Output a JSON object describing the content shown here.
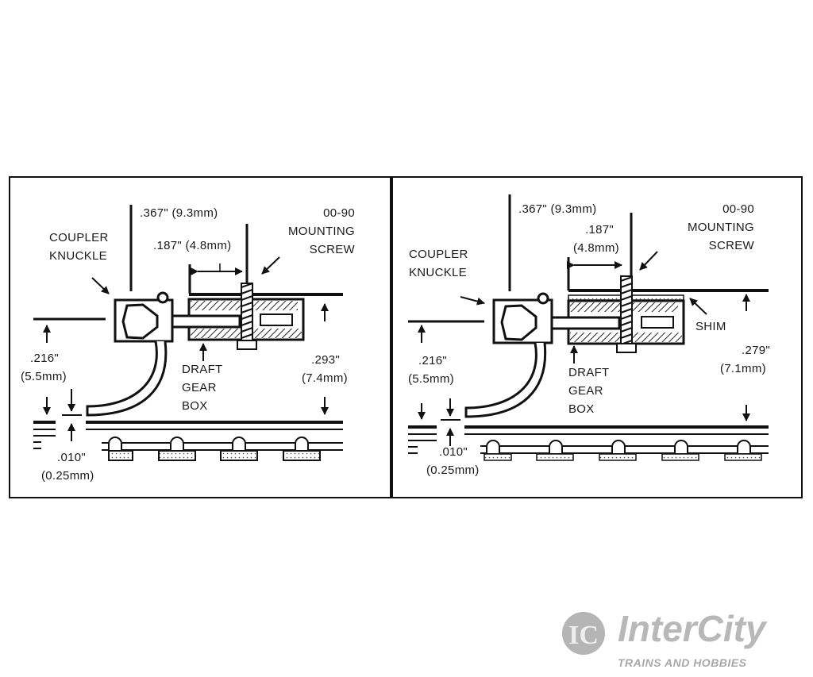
{
  "left_panel": {
    "dim_367": ".367\" (9.3mm)",
    "coupler_knuckle": [
      "COUPLER",
      "KNUCKLE"
    ],
    "dim_187": ".187\" (4.8mm)",
    "mounting_screw": [
      "00-90",
      "MOUNTING",
      "SCREW"
    ],
    "draft_gear_box": [
      "DRAFT",
      "GEAR",
      "BOX"
    ],
    "dim_216": [
      ".216\"",
      "(5.5mm)"
    ],
    "dim_293": [
      ".293\"",
      "(7.4mm)"
    ],
    "dim_010": [
      ".010\"",
      "(0.25mm)"
    ]
  },
  "right_panel": {
    "dim_367": ".367\" (9.3mm)",
    "coupler_knuckle": [
      "COUPLER",
      "KNUCKLE"
    ],
    "dim_187": [
      ".187\"",
      "(4.8mm)"
    ],
    "mounting_screw": [
      "00-90",
      "MOUNTING",
      "SCREW"
    ],
    "shim": "SHIM",
    "draft_gear_box": [
      "DRAFT",
      "GEAR",
      "BOX"
    ],
    "dim_216": [
      ".216\"",
      "(5.5mm)"
    ],
    "dim_279": [
      ".279\"",
      "(7.1mm)"
    ],
    "dim_010": [
      ".010\"",
      "(0.25mm)"
    ]
  },
  "logo": {
    "badge": "IC",
    "name": "InterCity",
    "tagline": "TRAINS AND HOBBIES"
  }
}
